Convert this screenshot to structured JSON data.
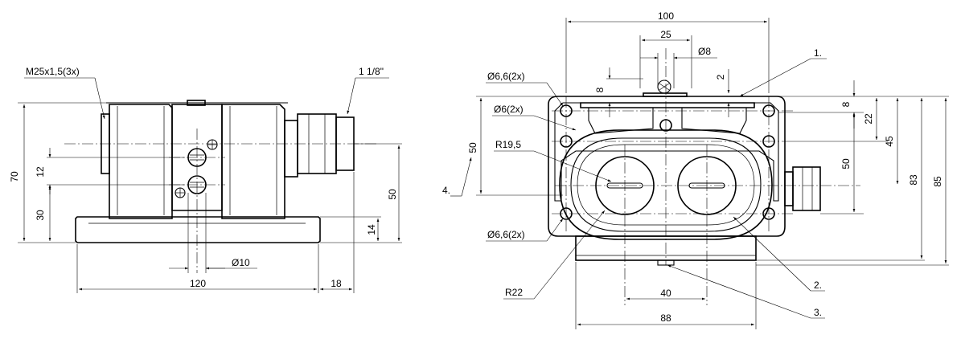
{
  "left_view": {
    "thread_label": "M25x1,5(3x)",
    "gland_label": "1 1/8\"",
    "dim_height_total": "70",
    "dim_30": "30",
    "dim_12": "12",
    "dim_50": "50",
    "dim_14": "14",
    "dim_dia10": "Ø10",
    "dim_120": "120",
    "dim_18": "18"
  },
  "right_view": {
    "dim_100": "100",
    "dim_25": "25",
    "dim_dia8": "Ø8",
    "dim_8_left": "8",
    "dim_2": "2",
    "hole_top": "Ø6,6(2x)",
    "hole_mid": "Ø6(2x)",
    "radius_small": "R19,5",
    "dim_50_left": "50",
    "hole_bottom": "Ø6,6(2x)",
    "radius_large": "R22",
    "dim_40": "40",
    "dim_88": "88",
    "dim_8_right": "8",
    "dim_22": "22",
    "dim_45": "45",
    "dim_50_right": "50",
    "dim_83": "83",
    "dim_85": "85"
  },
  "callouts": {
    "c1": "1.",
    "c2": "2.",
    "c3": "3.",
    "c4": "4."
  }
}
